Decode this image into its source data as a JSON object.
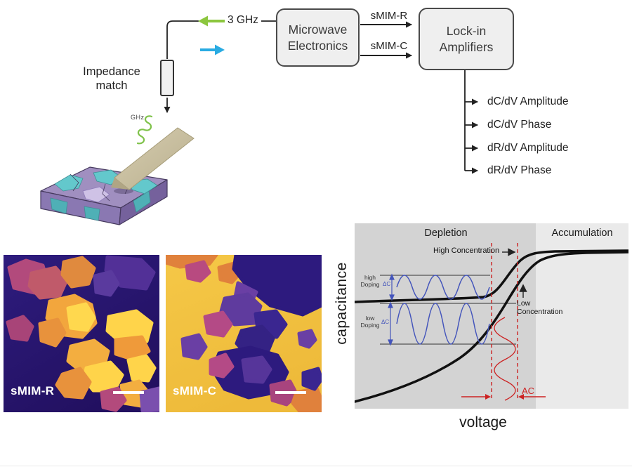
{
  "schematic": {
    "impedance_match_label": "Impedance\nmatch",
    "freq_label": "3 GHz",
    "tip_signal_label": "GHz",
    "microwave_electronics_label": "Microwave\nElectronics",
    "lockin_amplifiers_label": "Lock-in\nAmplifiers",
    "smim_r_signal_label": "sMIM-R",
    "smim_c_signal_label": "sMIM-C",
    "output_labels": [
      "dC/dV Amplitude",
      "dC/dV Phase",
      "dR/dV Amplitude",
      "dR/dV Phase"
    ],
    "colors": {
      "incident_arrow_green": "#8CC63E",
      "reflected_arrow_blue": "#29ABE2"
    }
  },
  "scan_images": [
    {
      "label": "sMIM-R"
    },
    {
      "label": "sMIM-C"
    }
  ],
  "cv_plot": {
    "ylabel": "capacitance",
    "xlabel": "voltage",
    "region_labels": {
      "depletion": "Depletion",
      "accumulation": "Accumulation"
    },
    "annotations": {
      "high_concentration": "High Concentration",
      "low_concentration": "Low\nConcentration",
      "high_doping": "high\nDoping",
      "low_doping": "low\nDoping",
      "delta_c": "ΔC",
      "ac_label": "AC"
    },
    "colors": {
      "annotation_red": "#CC2222",
      "annotation_blue": "#4455BB"
    }
  }
}
